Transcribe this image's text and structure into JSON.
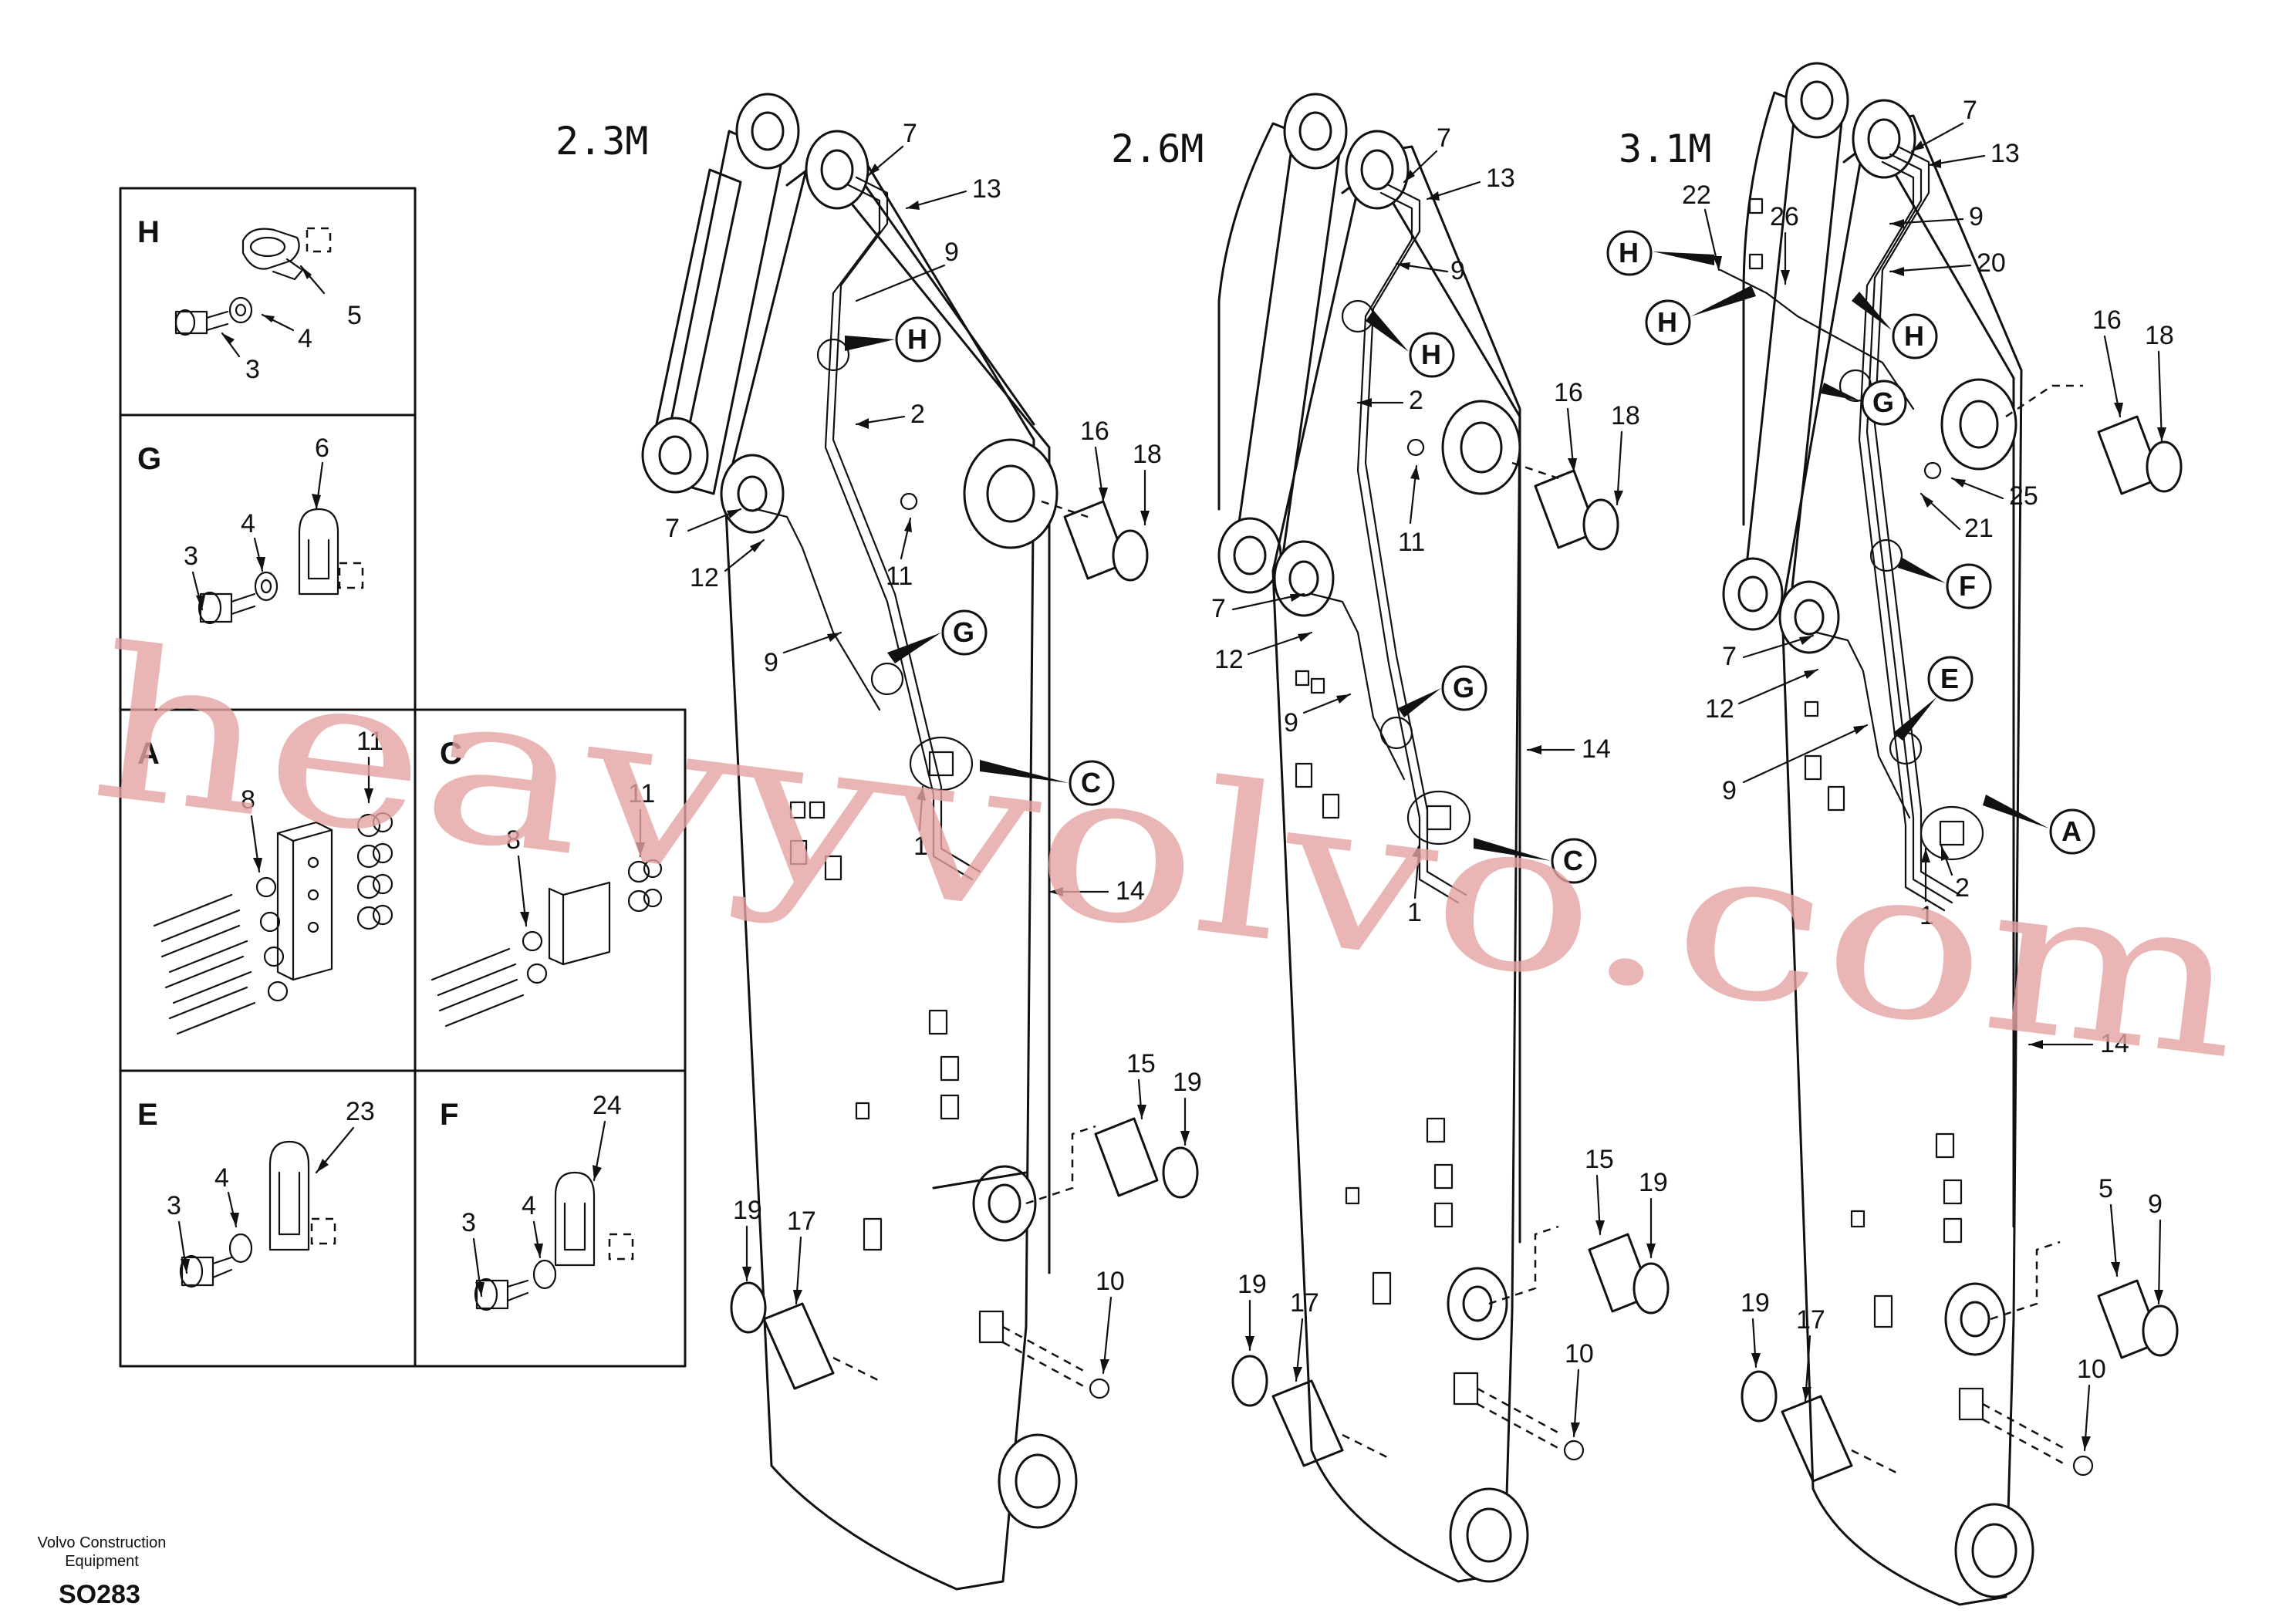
{
  "variants": [
    {
      "label": "2.3M"
    },
    {
      "label": "2.6M"
    },
    {
      "label": "3.1M"
    }
  ],
  "detail_boxes": [
    {
      "letter": "H",
      "parts": [
        "5",
        "4",
        "3"
      ]
    },
    {
      "letter": "G",
      "parts": [
        "6",
        "4",
        "3"
      ]
    },
    {
      "letter": "A",
      "parts": [
        "11",
        "8"
      ]
    },
    {
      "letter": "C",
      "parts": [
        "11",
        "8"
      ]
    },
    {
      "letter": "E",
      "parts": [
        "23",
        "4",
        "3"
      ]
    },
    {
      "letter": "F",
      "parts": [
        "24",
        "4",
        "3"
      ]
    }
  ],
  "callouts": {
    "boom1": [
      "7",
      "13",
      "9",
      "H",
      "2",
      "7",
      "12",
      "11",
      "16",
      "18",
      "9",
      "G",
      "C",
      "1",
      "14",
      "15",
      "19",
      "19",
      "17",
      "10"
    ],
    "boom2": [
      "7",
      "13",
      "9",
      "H",
      "2",
      "16",
      "18",
      "11",
      "7",
      "12",
      "9",
      "G",
      "14",
      "C",
      "1",
      "15",
      "19",
      "19",
      "17",
      "10"
    ],
    "boom3": [
      "7",
      "13",
      "22",
      "26",
      "9",
      "20",
      "H",
      "H",
      "H",
      "16",
      "18",
      "G",
      "25",
      "21",
      "F",
      "E",
      "7",
      "12",
      "9",
      "A",
      "2",
      "1",
      "14",
      "5",
      "9",
      "19",
      "17",
      "10"
    ]
  },
  "watermark": "heavyvolvo.com",
  "footer": {
    "company_line1": "Volvo Construction",
    "company_line2": "Equipment",
    "drawing_code": "SO283"
  }
}
